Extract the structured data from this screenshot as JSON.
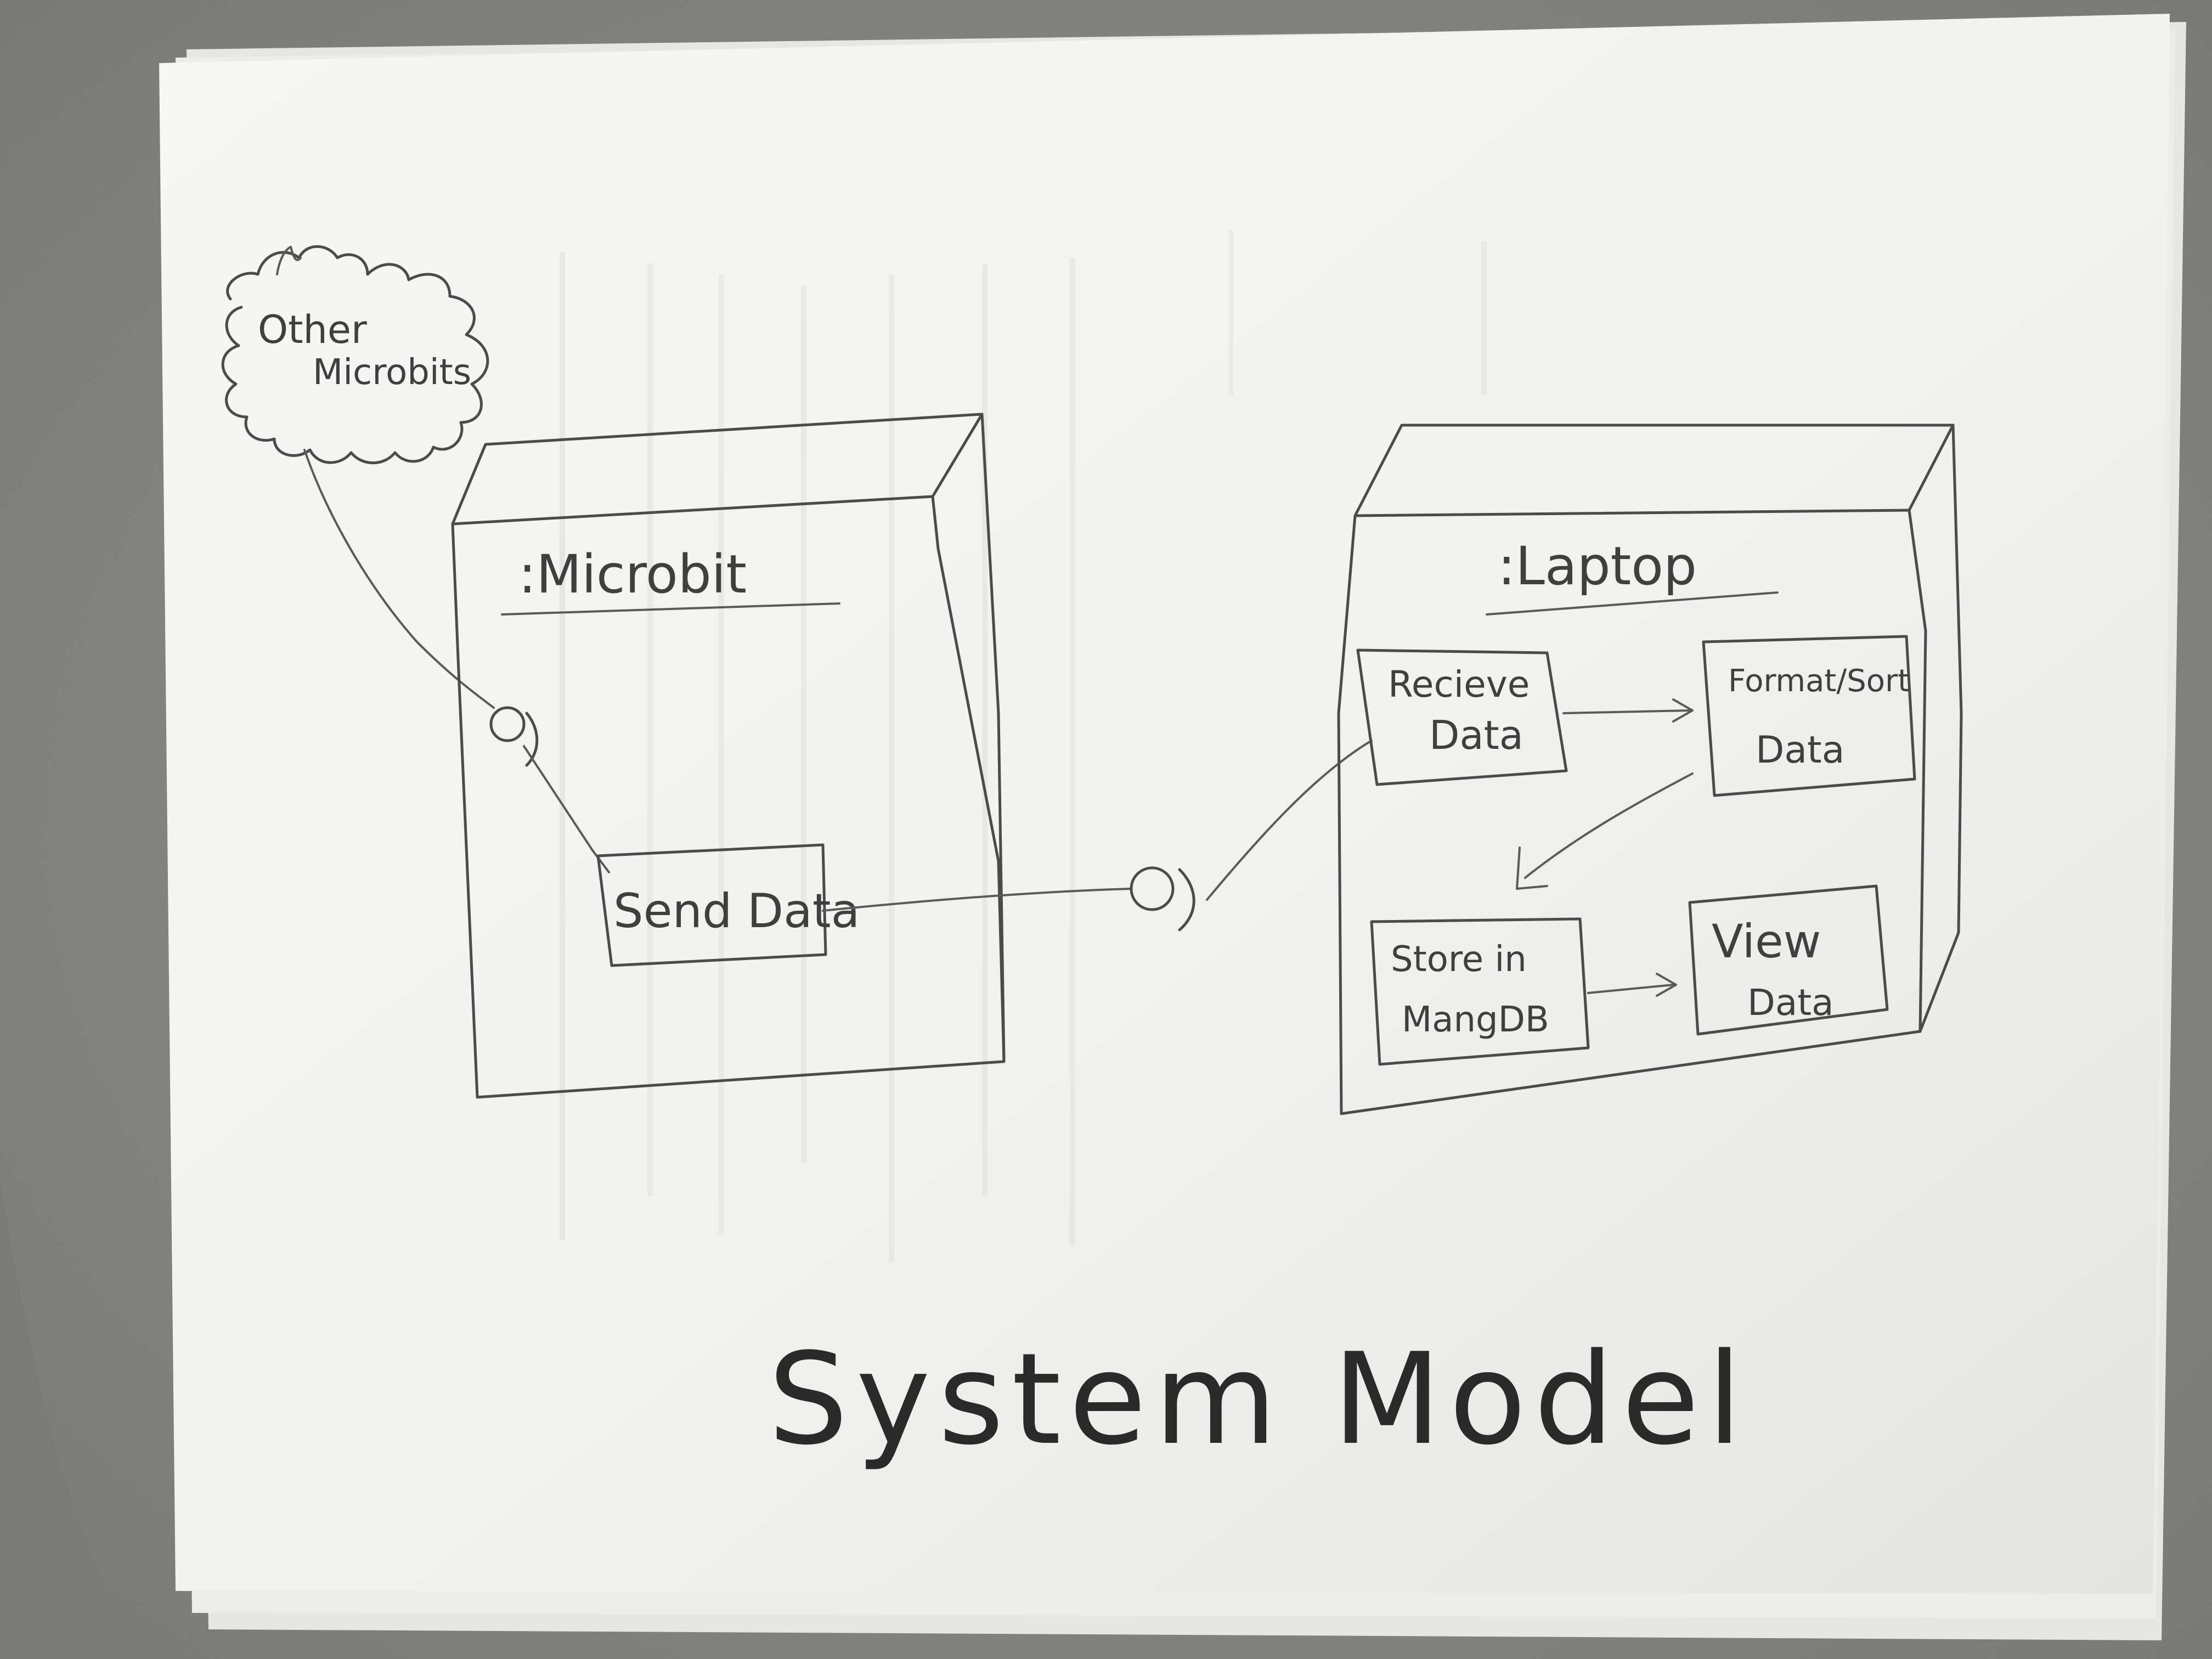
{
  "diagram": {
    "title": "System Model",
    "external": {
      "label_line1": "Other",
      "label_line2": "Microbits"
    },
    "microbit_node": {
      "name": ":Microbit",
      "component": "Send Data"
    },
    "laptop_node": {
      "name": ":Laptop",
      "components": {
        "receive_line1": "Recieve",
        "receive_line2": "Data",
        "format_line1": "Format/Sort",
        "format_line2": "Data",
        "store_line1": "Store in",
        "store_line2": "MangDB",
        "view_line1": "View",
        "view_line2": "Data"
      }
    }
  },
  "colors": {
    "table": "#8c8c89",
    "paper": "#f2f2ef",
    "pencil": "#4b4b4b",
    "ink": "#2a2a2a"
  }
}
